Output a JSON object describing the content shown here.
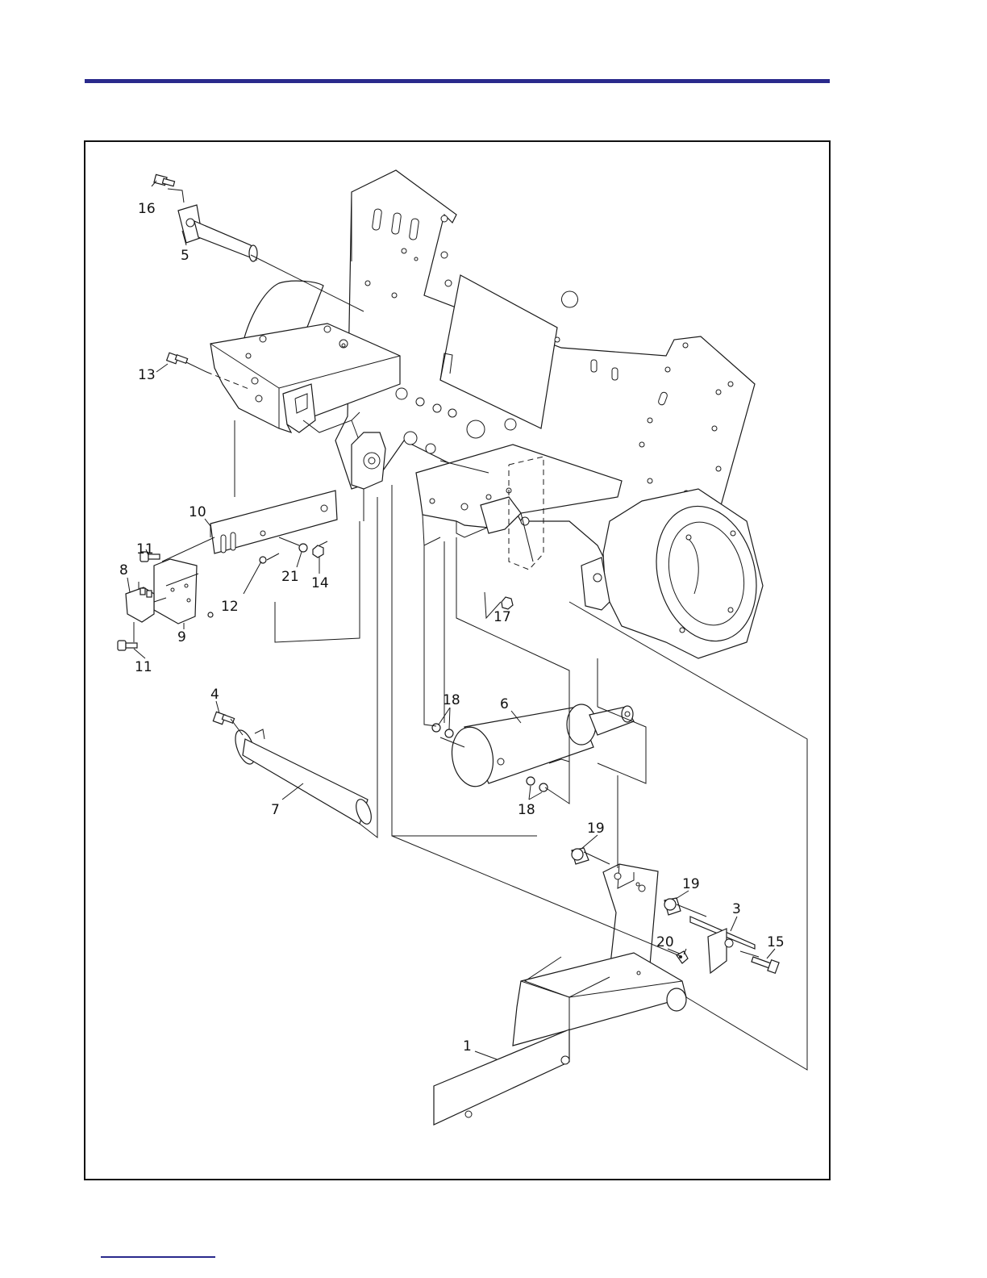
{
  "diagram": {
    "type": "exploded parts view",
    "callouts": [
      "16",
      "5",
      "13",
      "10",
      "11",
      "8",
      "12",
      "21",
      "14",
      "9",
      "11",
      "4",
      "7",
      "17",
      "18",
      "6",
      "18",
      "19",
      "19",
      "3",
      "15",
      "20",
      "1"
    ]
  }
}
